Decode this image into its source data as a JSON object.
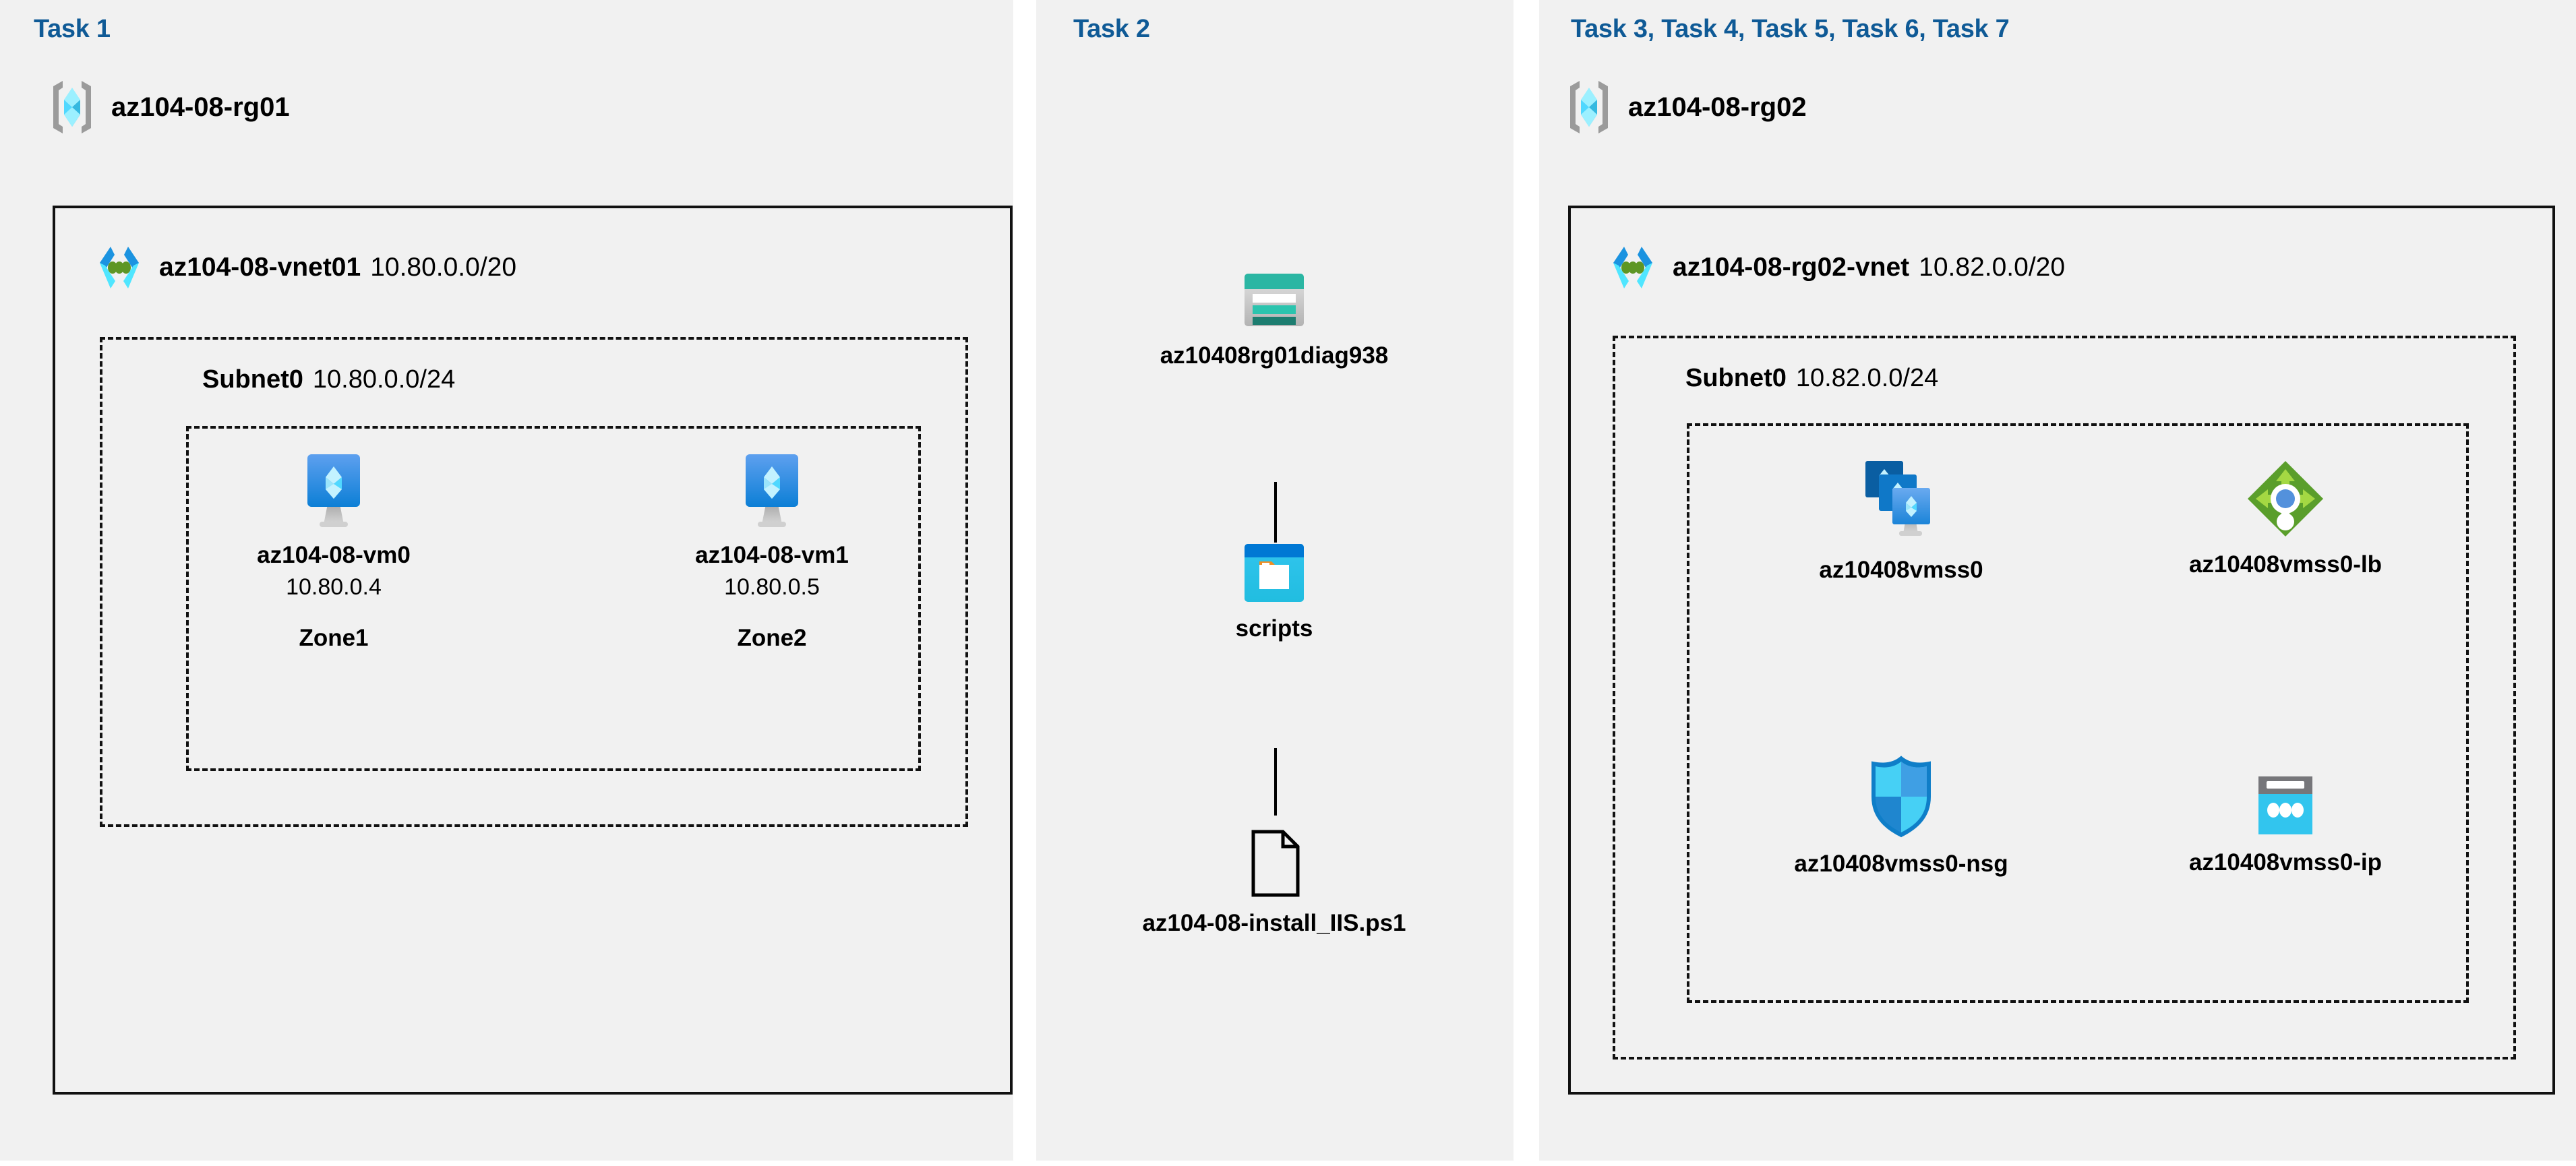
{
  "tasks": {
    "task1_label": "Task 1",
    "task2_label": "Task 2",
    "task3_label": "Task 3, Task 4, Task 5, Task 6, Task 7"
  },
  "colors": {
    "panel_bg": "#f1f1f1",
    "page_bg": "#ffffff",
    "task_label": "#0f5a96",
    "border": "#111111",
    "azure_blue": "#0078d4",
    "azure_cyan": "#50e6ff",
    "storage_teal": "#2bb6a3",
    "lb_green": "#6cb33f",
    "vm_blue": "#3b8ee6"
  },
  "resource_group_01": {
    "icon": "resource-group-icon",
    "name": "az104-08-rg01",
    "vnet": {
      "icon": "virtual-network-icon",
      "name": "az104-08-vnet01",
      "cidr": "10.80.0.0/20",
      "subnet": {
        "name": "Subnet0",
        "cidr": "10.80.0.0/24",
        "vms": [
          {
            "icon": "virtual-machine-icon",
            "name": "az104-08-vm0",
            "ip": "10.80.0.4",
            "zone": "Zone1"
          },
          {
            "icon": "virtual-machine-icon",
            "name": "az104-08-vm1",
            "ip": "10.80.0.5",
            "zone": "Zone2"
          }
        ]
      }
    }
  },
  "storage": {
    "account": {
      "icon": "storage-account-icon",
      "name": "az10408rg01diag938"
    },
    "container": {
      "icon": "blob-container-icon",
      "name": "scripts"
    },
    "file": {
      "icon": "file-icon",
      "name": "az104-08-install_IIS.ps1"
    }
  },
  "resource_group_02": {
    "icon": "resource-group-icon",
    "name": "az104-08-rg02",
    "vnet": {
      "icon": "virtual-network-icon",
      "name": "az104-08-rg02-vnet",
      "cidr": "10.82.0.0/20",
      "subnet": {
        "name": "Subnet0",
        "cidr": "10.82.0.0/24",
        "resources": [
          {
            "icon": "vm-scale-set-icon",
            "name": "az10408vmss0"
          },
          {
            "icon": "load-balancer-icon",
            "name": "az10408vmss0-lb"
          },
          {
            "icon": "network-security-group-icon",
            "name": "az10408vmss0-nsg"
          },
          {
            "icon": "public-ip-address-icon",
            "name": "az10408vmss0-ip"
          }
        ]
      }
    }
  }
}
